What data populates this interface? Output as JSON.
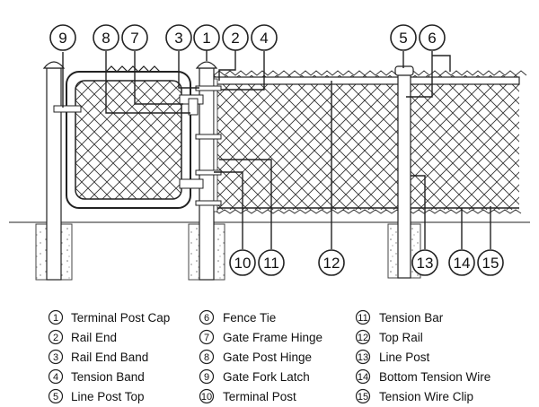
{
  "parts": [
    {
      "num": "1",
      "label": "Terminal Post Cap"
    },
    {
      "num": "2",
      "label": "Rail End"
    },
    {
      "num": "3",
      "label": "Rail End Band"
    },
    {
      "num": "4",
      "label": "Tension Band"
    },
    {
      "num": "5",
      "label": "Line Post Top"
    },
    {
      "num": "6",
      "label": "Fence Tie"
    },
    {
      "num": "7",
      "label": "Gate Frame Hinge"
    },
    {
      "num": "8",
      "label": "Gate Post Hinge"
    },
    {
      "num": "9",
      "label": "Gate Fork Latch"
    },
    {
      "num": "10",
      "label": "Terminal Post"
    },
    {
      "num": "11",
      "label": "Tension Bar"
    },
    {
      "num": "12",
      "label": "Top Rail"
    },
    {
      "num": "13",
      "label": "Line Post"
    },
    {
      "num": "14",
      "label": "Bottom Tension Wire"
    },
    {
      "num": "15",
      "label": "Tension Wire Clip"
    }
  ]
}
